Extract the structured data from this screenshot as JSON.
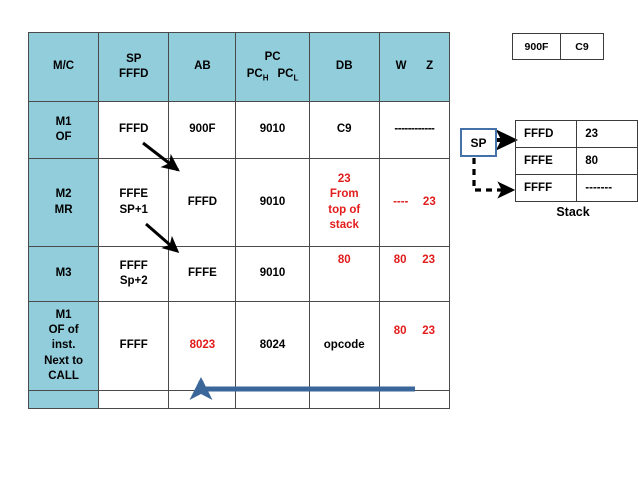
{
  "main_table": {
    "headers": {
      "mc": "M/C",
      "sp_line1": "SP",
      "sp_line2": "FFFD",
      "ab": "AB",
      "pc_line1": "PC",
      "pc_h": "PC",
      "pc_h_sub": "H",
      "pc_l": "PC",
      "pc_l_sub": "L",
      "db": "DB",
      "w": "W",
      "z": "Z"
    },
    "rows": [
      {
        "mc_line1": "M1",
        "mc_line2": "OF",
        "mc_line3": "",
        "mc_line4": "",
        "mc_line5": "",
        "sp_line1": "FFFD",
        "sp_line2": "",
        "ab": "900F",
        "pc": "9010",
        "db_line1": "C9",
        "db_line2": "",
        "db_line3": "",
        "db_line4": "",
        "w": "------------",
        "z": ""
      },
      {
        "mc_line1": "M2",
        "mc_line2": "MR",
        "mc_line3": "",
        "mc_line4": "",
        "mc_line5": "",
        "sp_line1": "FFFE",
        "sp_line2": "SP+1",
        "ab": "FFFD",
        "pc": "9010",
        "db_line1": "23",
        "db_line2": "From",
        "db_line3": "top of",
        "db_line4": "stack",
        "w": "----",
        "z": "23"
      },
      {
        "mc_line1": "M3",
        "mc_line2": "",
        "mc_line3": "",
        "mc_line4": "",
        "mc_line5": "",
        "sp_line1": "FFFF",
        "sp_line2": "Sp+2",
        "ab": "FFFE",
        "pc": "9010",
        "db_line1": "80",
        "db_line2": "",
        "db_line3": "",
        "db_line4": "",
        "w": "80",
        "z": "23"
      },
      {
        "mc_line1": "M1",
        "mc_line2": "OF of",
        "mc_line3": "inst.",
        "mc_line4": "Next to",
        "mc_line5": "CALL",
        "sp_line1": "FFFF",
        "sp_line2": "",
        "ab": "8023",
        "pc": "8024",
        "db_line1": "opcode",
        "db_line2": "",
        "db_line3": "",
        "db_line4": "",
        "w": "80",
        "z": "23"
      }
    ]
  },
  "opcode_box": {
    "address": "900F",
    "data": "C9"
  },
  "sp_pointer": {
    "label": "SP"
  },
  "stack": {
    "caption": "Stack",
    "rows": [
      {
        "address": "FFFD",
        "value": "23"
      },
      {
        "address": "FFFE",
        "value": "80"
      },
      {
        "address": "FFFF",
        "value": "-------"
      }
    ]
  },
  "colors": {
    "header_blue": "#92CDDC",
    "red_text": "#E21B1B",
    "blue_arrow": "#3A6699",
    "sp_box_border": "#4472A8",
    "grid_line": "#4A4A4A"
  }
}
